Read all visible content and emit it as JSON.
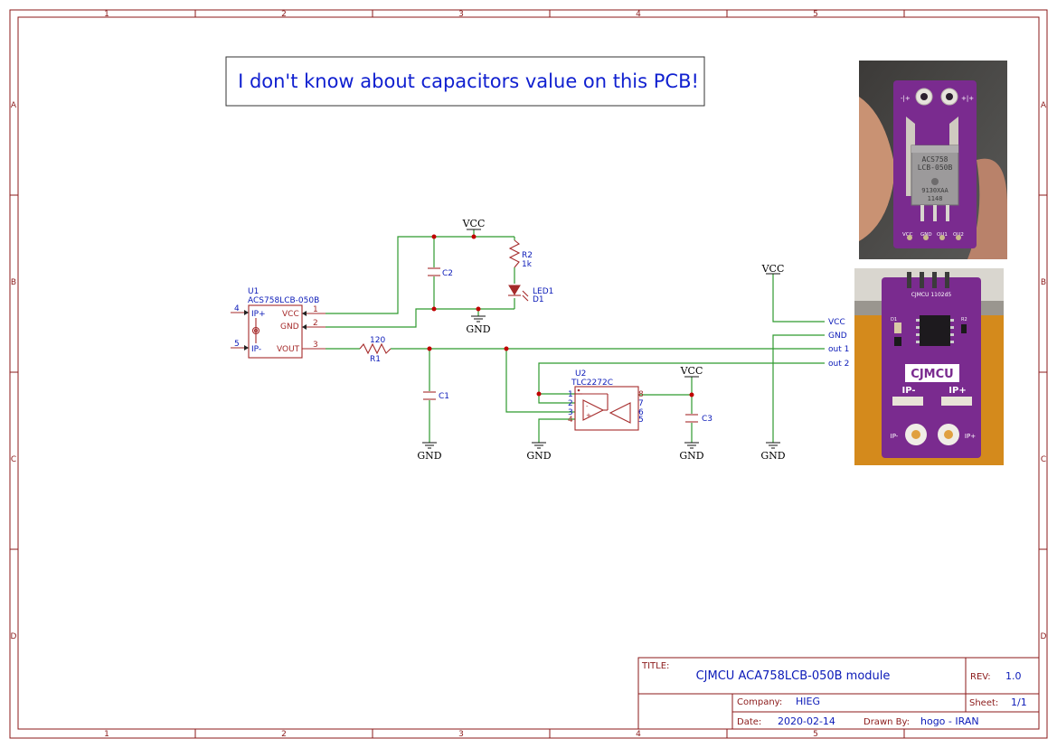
{
  "note": "I don't know about capacitors value on this PCB!",
  "frame": {
    "columns": [
      "1",
      "2",
      "3",
      "4",
      "5"
    ],
    "rows": [
      "A",
      "B",
      "C",
      "D"
    ]
  },
  "title_block": {
    "title_label": "TITLE:",
    "title": "CJMCU ACA758LCB-050B module",
    "rev_label": "REV:",
    "rev": "1.0",
    "company_label": "Company:",
    "company": "HIEG",
    "sheet_label": "Sheet:",
    "sheet": "1/1",
    "date_label": "Date:",
    "date": "2020-02-14",
    "drawn_label": "Drawn By:",
    "drawn": "hogo - IRAN"
  },
  "components": {
    "u1": {
      "ref": "U1",
      "value": "ACS758LCB-050B",
      "pins": {
        "ip_plus": "IP+",
        "ip_minus": "IP-",
        "vcc": "VCC",
        "gnd": "GND",
        "vout": "VOUT"
      },
      "pin_numbers": {
        "p1": "1",
        "p2": "2",
        "p3": "3",
        "p4": "4",
        "p5": "5"
      }
    },
    "u2": {
      "ref": "U2",
      "value": "TLC2272C",
      "pin_numbers": {
        "p1": "1",
        "p2": "2",
        "p3": "3",
        "p4": "4",
        "p5": "5",
        "p6": "6",
        "p7": "7",
        "p8": "8"
      }
    },
    "r1": {
      "ref": "R1",
      "value": "120"
    },
    "r2": {
      "ref": "R2",
      "value": "1k"
    },
    "d1": {
      "ref": "D1",
      "value": "LED1"
    },
    "c1": {
      "ref": "C1"
    },
    "c2": {
      "ref": "C2"
    },
    "c3": {
      "ref": "C3"
    }
  },
  "power": {
    "vcc": "VCC",
    "gnd": "GND"
  },
  "connector_nets": [
    "VCC",
    "GND",
    "out 1",
    "out 2"
  ],
  "photo_top": {
    "chip_lines": [
      "ACS758",
      "LCB-050B",
      "9130XAA",
      "1148"
    ],
    "pad_labels": [
      "-|+",
      "+|+"
    ],
    "pin_labels": [
      "VCC",
      "GND",
      "OU1",
      "OU2"
    ]
  },
  "photo_bottom": {
    "header_text": "CJMCU 1102d5",
    "brand": "CJMCU",
    "ip_minus": "IP-",
    "ip_plus": "IP+",
    "silk": [
      "D1",
      "R2"
    ]
  },
  "colors": {
    "frame": "#8b1a1a",
    "wire": "#2e9a2e",
    "component": "#a52a2a",
    "text_blue": "#0b1ab8",
    "junction": "#c00000",
    "pcb": "#7a2b8f"
  }
}
